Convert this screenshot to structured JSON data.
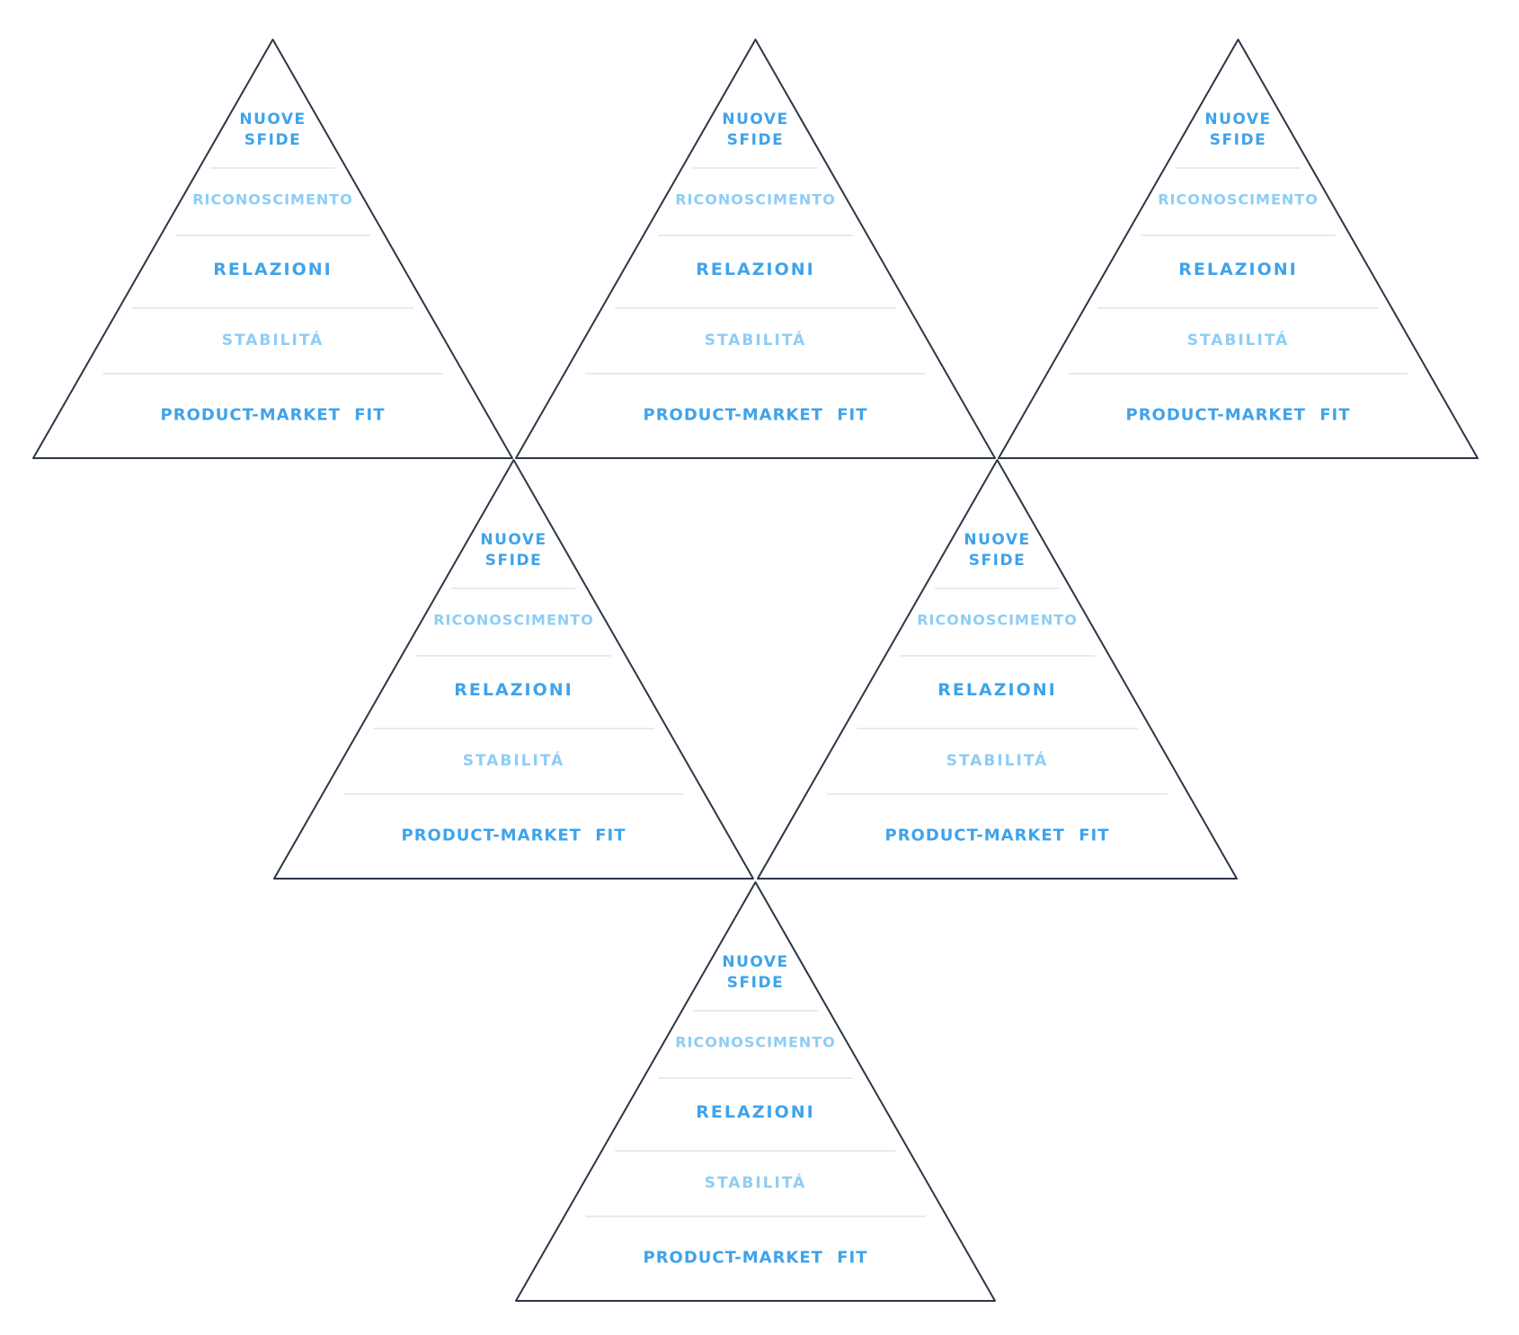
{
  "diagram": {
    "type": "pyramid-hierarchy-grid",
    "description": "Six identical five-level pyramids arranged in an inverted triangular layout (3 top, 2 middle, 1 bottom)",
    "colors": {
      "background": "#ffffff",
      "outline": "#2b3648",
      "divider": "#e6ebf2",
      "text_primary": "#3fa3ea",
      "text_secondary": "#8ecdf5"
    },
    "levels": [
      {
        "id": "nuove-sfide",
        "text": "NUOVE\nSFIDE",
        "tone": "primary"
      },
      {
        "id": "riconoscimento",
        "text": "RICONOSCIMENTO",
        "tone": "secondary"
      },
      {
        "id": "relazioni",
        "text": "RELAZIONI",
        "tone": "primary"
      },
      {
        "id": "stabilita",
        "text": "STABILITÁ",
        "tone": "secondary"
      },
      {
        "id": "product-market-fit",
        "text": "PRODUCT-MARKET FIT",
        "tone": "primary"
      }
    ],
    "pyramids": [
      {
        "name": "pyramid-top-left"
      },
      {
        "name": "pyramid-top-center"
      },
      {
        "name": "pyramid-top-right"
      },
      {
        "name": "pyramid-middle-left"
      },
      {
        "name": "pyramid-middle-right"
      },
      {
        "name": "pyramid-bottom"
      }
    ]
  }
}
